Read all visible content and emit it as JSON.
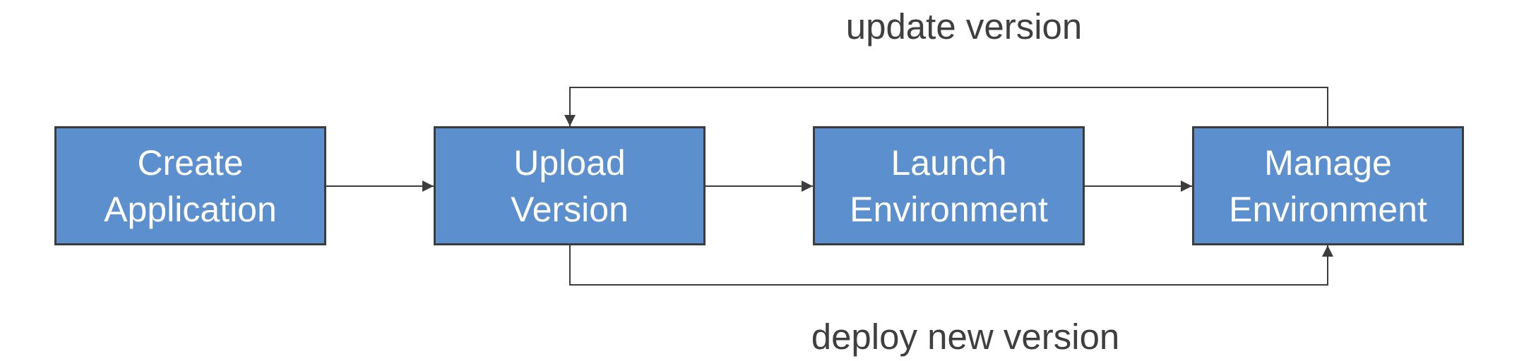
{
  "colors": {
    "box_fill": "#5b8fcd",
    "box_border": "#3c3c3c",
    "box_text": "#ffffff",
    "connector": "#3c3c3c",
    "label_text": "#3f3f3f"
  },
  "nodes": [
    {
      "id": "create",
      "lines": [
        "Create",
        "Application"
      ]
    },
    {
      "id": "upload",
      "lines": [
        "Upload",
        "Version"
      ]
    },
    {
      "id": "launch",
      "lines": [
        "Launch",
        "Environment"
      ]
    },
    {
      "id": "manage",
      "lines": [
        "Manage",
        "Environment"
      ]
    }
  ],
  "edges": [
    {
      "from": "create",
      "to": "upload",
      "label": ""
    },
    {
      "from": "upload",
      "to": "launch",
      "label": ""
    },
    {
      "from": "launch",
      "to": "manage",
      "label": ""
    },
    {
      "from": "manage",
      "to": "upload",
      "label": "update version"
    },
    {
      "from": "upload",
      "to": "manage",
      "label": "deploy new version"
    }
  ]
}
